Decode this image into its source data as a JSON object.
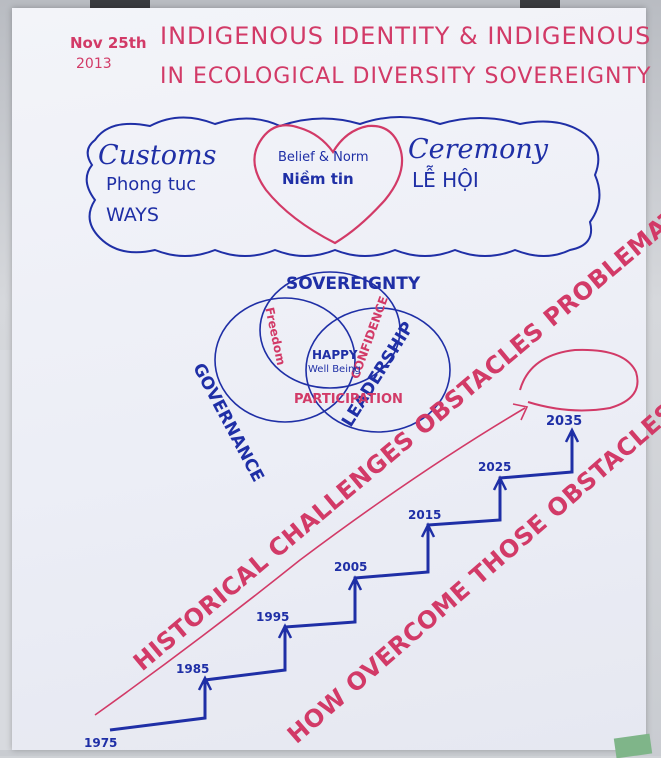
{
  "header": {
    "date_line1": "Nov 25th",
    "date_line2": "2013",
    "title_line1": "INDIGENOUS IDENTITY & INDIGENOUS",
    "title_line2": "IN ECOLOGICAL DIVERSITY SOVEREIGNTY"
  },
  "cloud": {
    "left": [
      "Customs",
      "Phong tuc",
      "WAYS"
    ],
    "heart": [
      "Belief & Norm",
      "Niềm tin"
    ],
    "right": [
      "Ceremony",
      "LỄ HỘI"
    ]
  },
  "venn": {
    "top": "SOVEREIGNTY",
    "left": "GOVERNANCE",
    "right": "LEADERSHIP",
    "bottom": "PARTICIPATION",
    "inner_left": "Freedom",
    "inner_right": "CONFIDENCE",
    "center": [
      "HAPPY",
      "Well Being"
    ]
  },
  "diagonal": {
    "upper": "HISTORICAL CHALLENGES OBSTACLES PROBLEMATIC ?!",
    "lower": "HOW OVERCOME THOSE OBSTACLES ?"
  },
  "steps": [
    "1975",
    "1985",
    "1995",
    "2005",
    "2015",
    "2025",
    "2035"
  ],
  "colors": {
    "red": "#d23a67",
    "blue": "#1f2fa6",
    "paper": "#eef0f7"
  }
}
